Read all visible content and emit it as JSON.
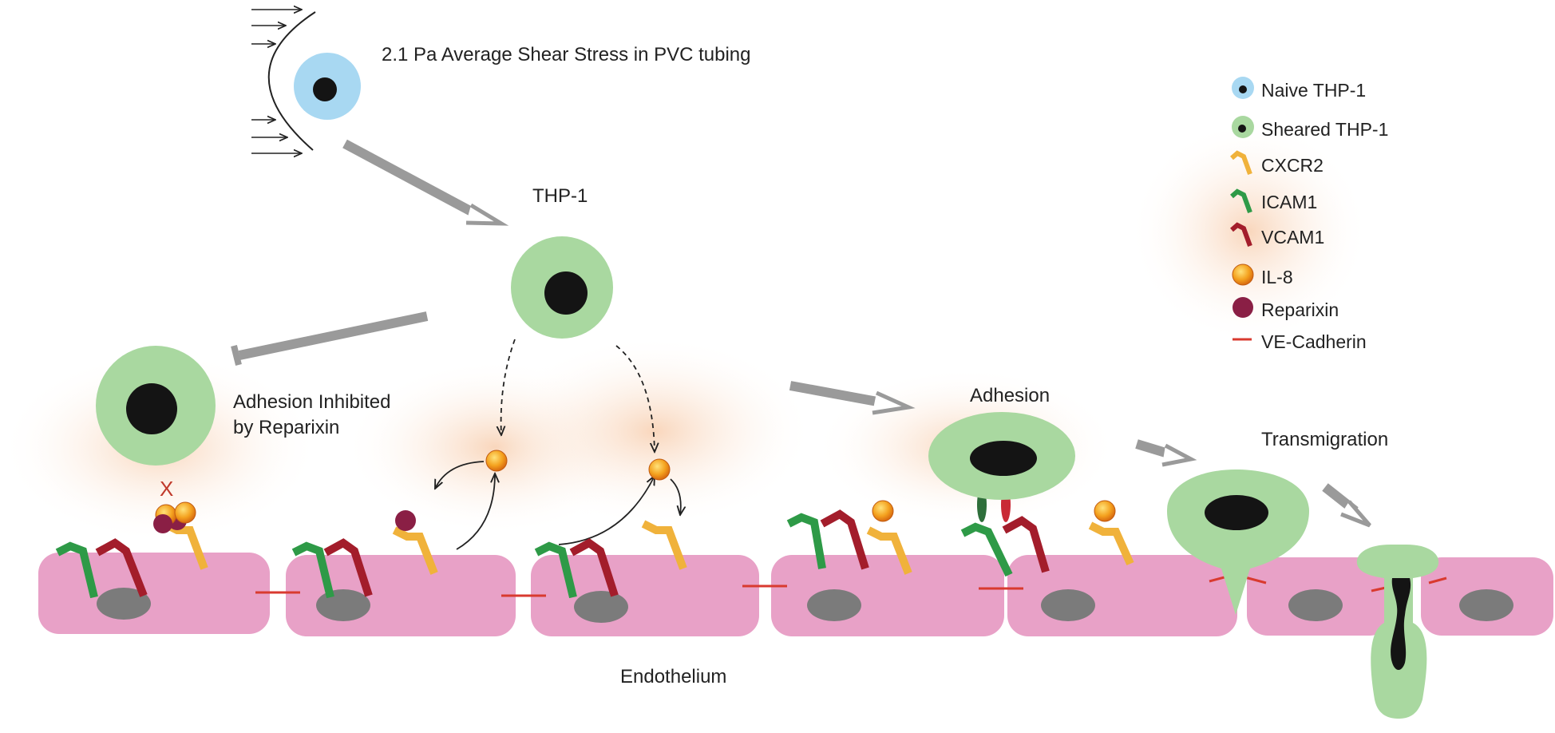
{
  "title": "2.1 Pa Average Shear Stress in PVC tubing",
  "labels": {
    "thp1": "THP-1",
    "inhibited_line1": "Adhesion Inhibited",
    "inhibited_line2": "by Reparixin",
    "adhesion": "Adhesion",
    "transmigration": "Transmigration",
    "endothelium": "Endothelium",
    "blocked_mark": "X"
  },
  "legend": [
    {
      "label": "Naive THP-1",
      "icon": "naive-cell"
    },
    {
      "label": "Sheared THP-1",
      "icon": "sheared-cell"
    },
    {
      "label": "CXCR2",
      "icon": "receptor"
    },
    {
      "label": "ICAM1",
      "icon": "receptor"
    },
    {
      "label": "VCAM1",
      "icon": "receptor"
    },
    {
      "label": "IL-8",
      "icon": "ligand-dot"
    },
    {
      "label": "Reparixin",
      "icon": "inhibitor-dot"
    },
    {
      "label": "VE-Cadherin",
      "icon": "junction-line"
    }
  ],
  "colors": {
    "naive_cell": "#a8d8f2",
    "sheared_cell": "#a9d8a0",
    "nucleus": "#141414",
    "endothelial_cell": "#e8a1c7",
    "endothelial_nucleus": "#7b7b7b",
    "cxcr2": "#f0b23b",
    "icam1": "#2e9a47",
    "vcam1": "#a31d2b",
    "il8": "#f4a21f",
    "reparixin": "#8a1f45",
    "ve_cadherin": "#d93a2f",
    "arrow": "#9a9a9a"
  }
}
